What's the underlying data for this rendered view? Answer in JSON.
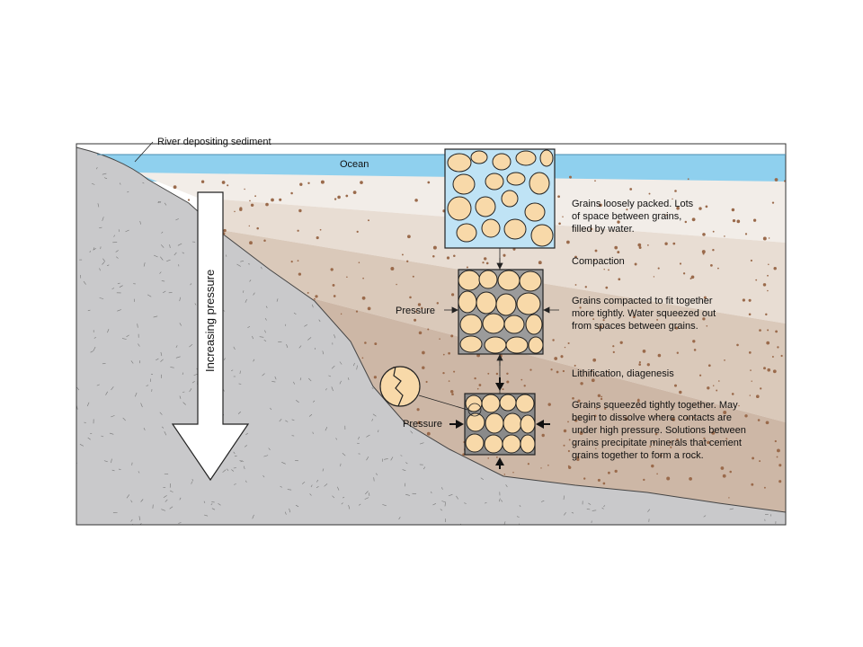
{
  "labels": {
    "river": "River depositing sediment",
    "ocean": "Ocean",
    "pressure_arrow": "Increasing pressure",
    "pressure_left_1": "Pressure",
    "pressure_left_2": "Pressure"
  },
  "stages": [
    {
      "name": "loose",
      "lines": [
        "Grains loosely packed. Lots",
        "of space between grains,",
        "filled by water."
      ]
    },
    {
      "name": "compaction-step",
      "lines": [
        "Compaction"
      ]
    },
    {
      "name": "compacted",
      "lines": [
        "Grains compacted to fit together",
        "more tightly. Water squeezed out",
        "from spaces between grains."
      ]
    },
    {
      "name": "lithification-step",
      "lines": [
        "Lithification, diagenesis"
      ]
    },
    {
      "name": "lithified",
      "lines": [
        "Grains squeezed tightly together. May",
        "begin to dissolve where contacts are",
        "under high pressure. Solutions between",
        "grains precipitate minerals that cement",
        "grains together to form a rock."
      ]
    }
  ],
  "colors": {
    "ocean": "#8fd0ee",
    "bedrock": "#c9c9cb",
    "sediment_top": "#f2ede8",
    "sediment_mid": "#e0d2c6",
    "sediment_deep": "#cdb7a6",
    "grain": "#f8d9a9",
    "water": "#bfe3f5",
    "dots": "#9a6a4b"
  }
}
